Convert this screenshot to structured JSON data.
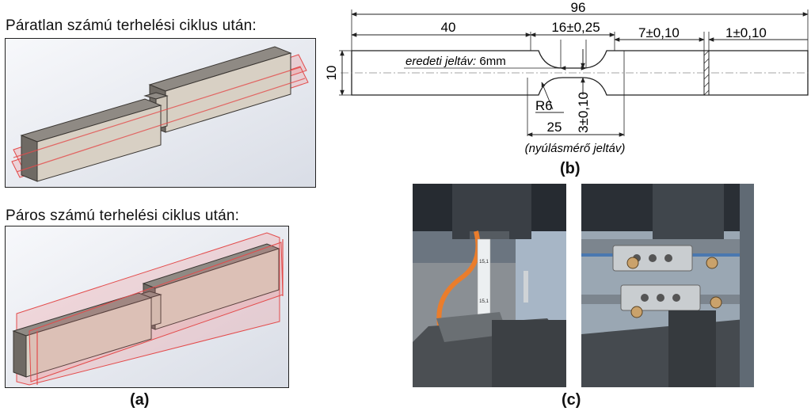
{
  "panel_a": {
    "top_heading": "Páratlan számú terhelési ciklus után:",
    "bottom_heading": "Páros számú terhelési ciklus után:",
    "label": "(a)"
  },
  "panel_b": {
    "label": "(b)",
    "dims": {
      "overall_length": "96",
      "grip_length": "40",
      "gauge_width": "16±0,25",
      "transition": "7±0,10",
      "thickness": "1±0,10",
      "height": "10",
      "radius": "R6",
      "neck_width": "3±0,10",
      "extensometer_length": "25"
    },
    "gauge_label_italic": "eredeti jeltáv:",
    "gauge_label_value": " 6mm",
    "extensometer_label": "(nyúlásmérő jeltáv)"
  },
  "panel_c": {
    "label": "(c)",
    "specimen_marks": [
      "15,1",
      "15,1"
    ]
  },
  "colors": {
    "block_face": "#d8d0c4",
    "block_top": "#8f8a84",
    "block_side": "#6f6a64",
    "plane_fill": "#f07b7b",
    "plane_stroke": "#e34b4b",
    "panel_bg": "#f2f3f6",
    "dim_line": "#222222"
  }
}
